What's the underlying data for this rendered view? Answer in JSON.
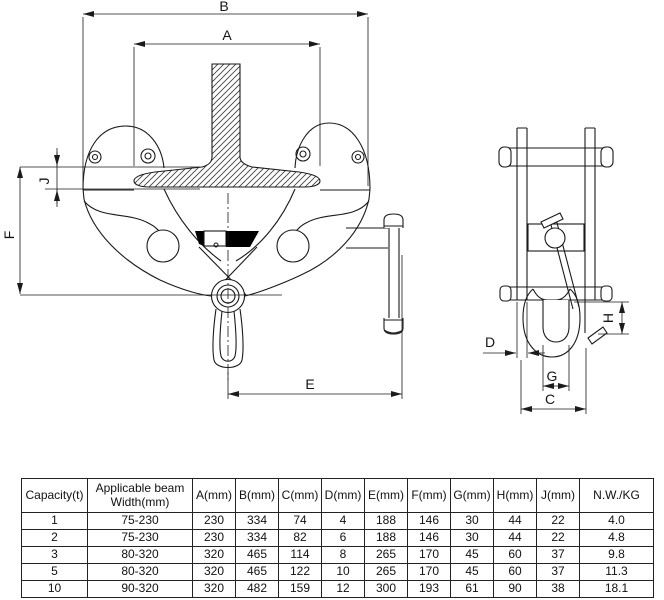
{
  "drawing": {
    "title": "beam-clamp-technical-drawing",
    "dims": {
      "b": "B",
      "a": "A",
      "j": "J",
      "f": "F",
      "e": "E",
      "h": "H",
      "d": "D",
      "g": "G",
      "c": "C"
    }
  },
  "table": {
    "headers": [
      "Capacity(t)",
      "Applicable beam Width(mm)",
      "A(mm)",
      "B(mm)",
      "C(mm)",
      "D(mm)",
      "E(mm)",
      "F(mm)",
      "G(mm)",
      "H(mm)",
      "J(mm)",
      "N.W./KG"
    ],
    "rows": [
      [
        "1",
        "75-230",
        "230",
        "334",
        "74",
        "4",
        "188",
        "146",
        "30",
        "44",
        "22",
        "4.0"
      ],
      [
        "2",
        "75-230",
        "230",
        "334",
        "82",
        "6",
        "188",
        "146",
        "30",
        "44",
        "22",
        "4.8"
      ],
      [
        "3",
        "80-320",
        "320",
        "465",
        "114",
        "8",
        "265",
        "170",
        "45",
        "60",
        "37",
        "9.8"
      ],
      [
        "5",
        "80-320",
        "320",
        "465",
        "122",
        "10",
        "265",
        "170",
        "45",
        "60",
        "37",
        "11.3"
      ],
      [
        "10",
        "90-320",
        "320",
        "482",
        "159",
        "12",
        "300",
        "193",
        "61",
        "90",
        "38",
        "18.1"
      ]
    ]
  }
}
